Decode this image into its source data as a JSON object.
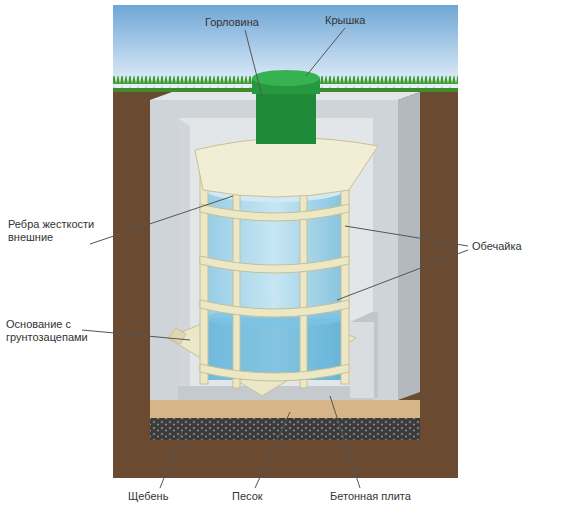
{
  "diagram": {
    "labels": [
      "Горловина",
      "Крышка",
      "Ребра жесткости внешние",
      "Обечайка",
      "Основание с грунтозацепами",
      "Щебень",
      "Песок",
      "Бетонная плита"
    ]
  }
}
